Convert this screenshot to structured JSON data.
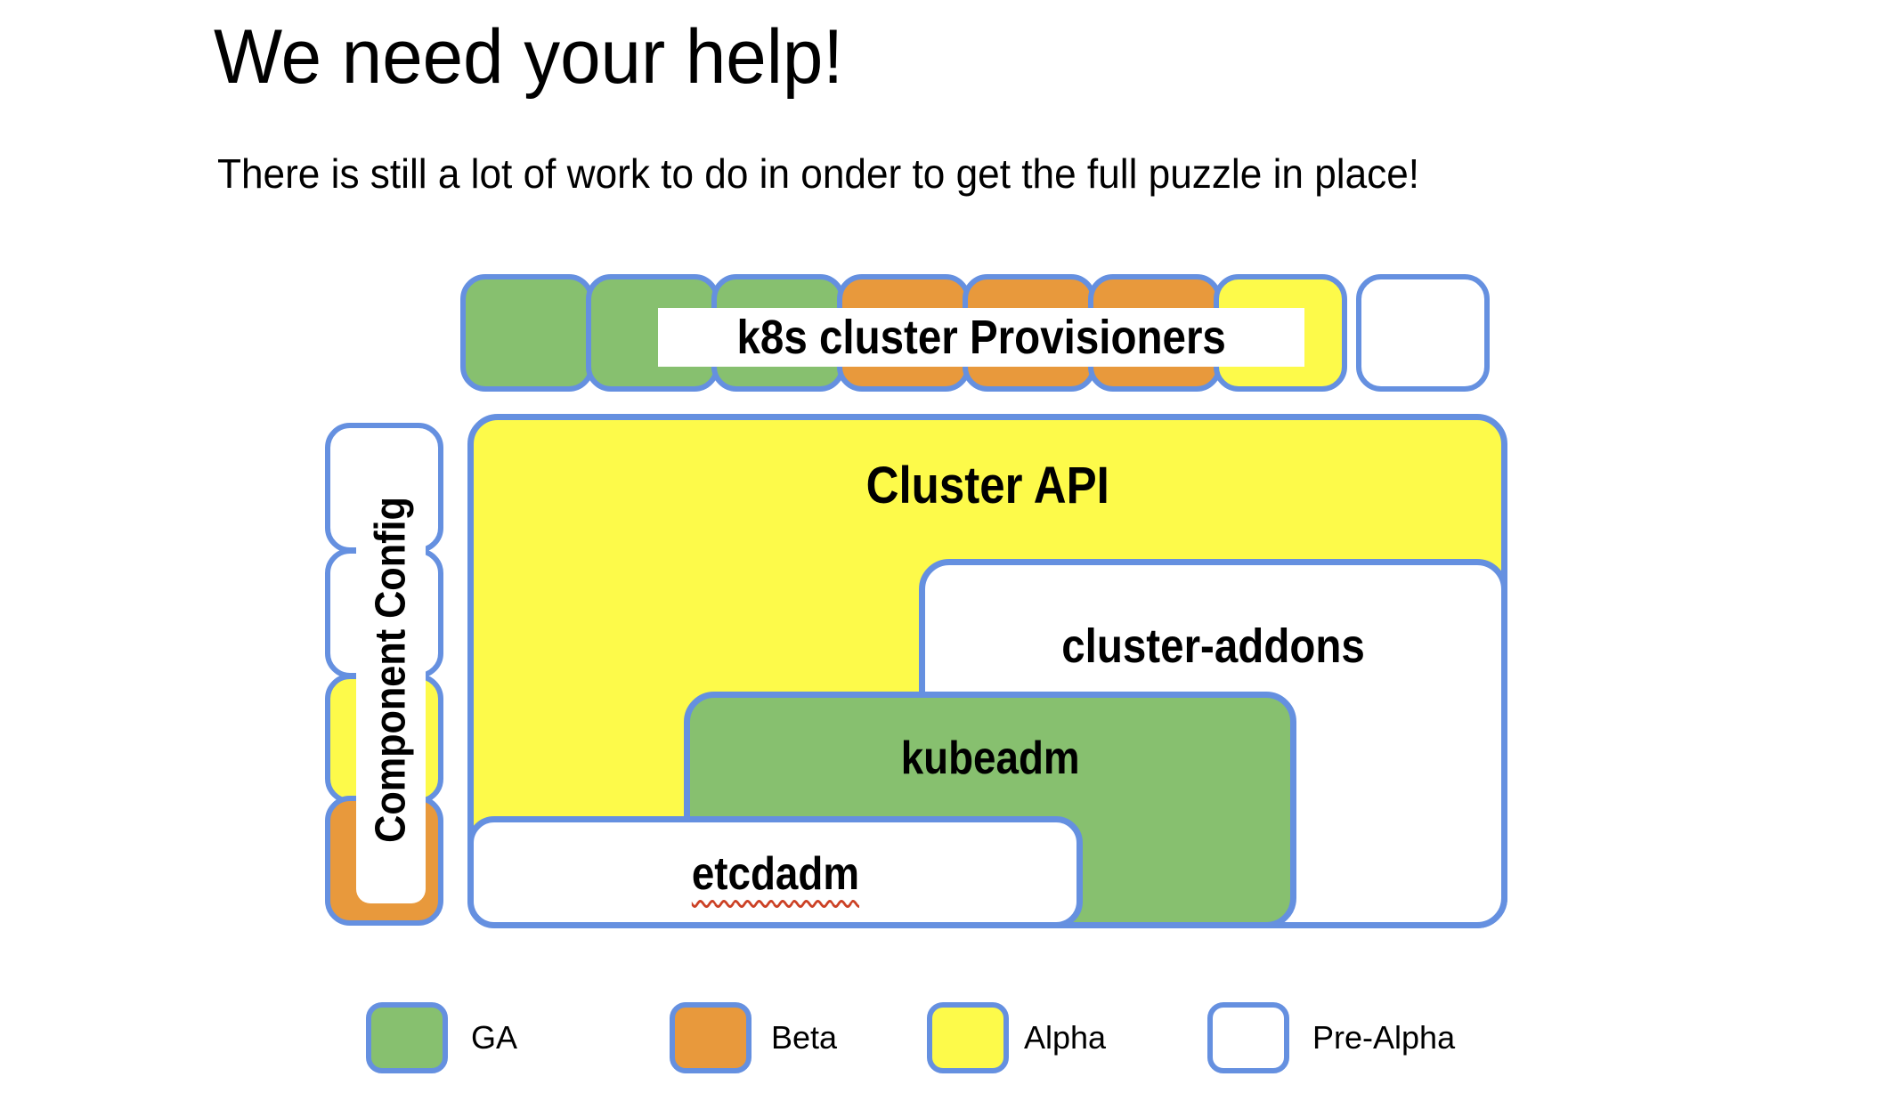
{
  "title": "We need your help!",
  "subtitle": "There is still a lot of work to do in onder to get the full puzzle in place!",
  "labels": {
    "provisioners": "k8s cluster Provisioners",
    "cluster_api": "Cluster API",
    "cluster_addons": "cluster-addons",
    "kubeadm": "kubeadm",
    "etcdadm": "etcdadm",
    "component_config": "Component Config"
  },
  "status_colors": {
    "ga": "#87c06f",
    "beta": "#e8993c",
    "alpha": "#fdfa4a",
    "pre_alpha": "#ffffff",
    "border_blue": "#6590e0",
    "spellcheck_red": "#cc4125"
  },
  "provisioners_row_squares": [
    "ga",
    "ga",
    "ga",
    "beta",
    "beta",
    "beta",
    "alpha",
    "pre_alpha"
  ],
  "component_config_squares": [
    "pre_alpha",
    "pre_alpha",
    "alpha",
    "beta"
  ],
  "box_statuses": {
    "cluster_api": "alpha",
    "cluster_addons": "pre_alpha",
    "kubeadm": "ga",
    "etcdadm": "pre_alpha"
  },
  "legend": [
    {
      "label": "GA",
      "status": "ga"
    },
    {
      "label": "Beta",
      "status": "beta"
    },
    {
      "label": "Alpha",
      "status": "alpha"
    },
    {
      "label": "Pre-Alpha",
      "status": "pre_alpha"
    }
  ]
}
